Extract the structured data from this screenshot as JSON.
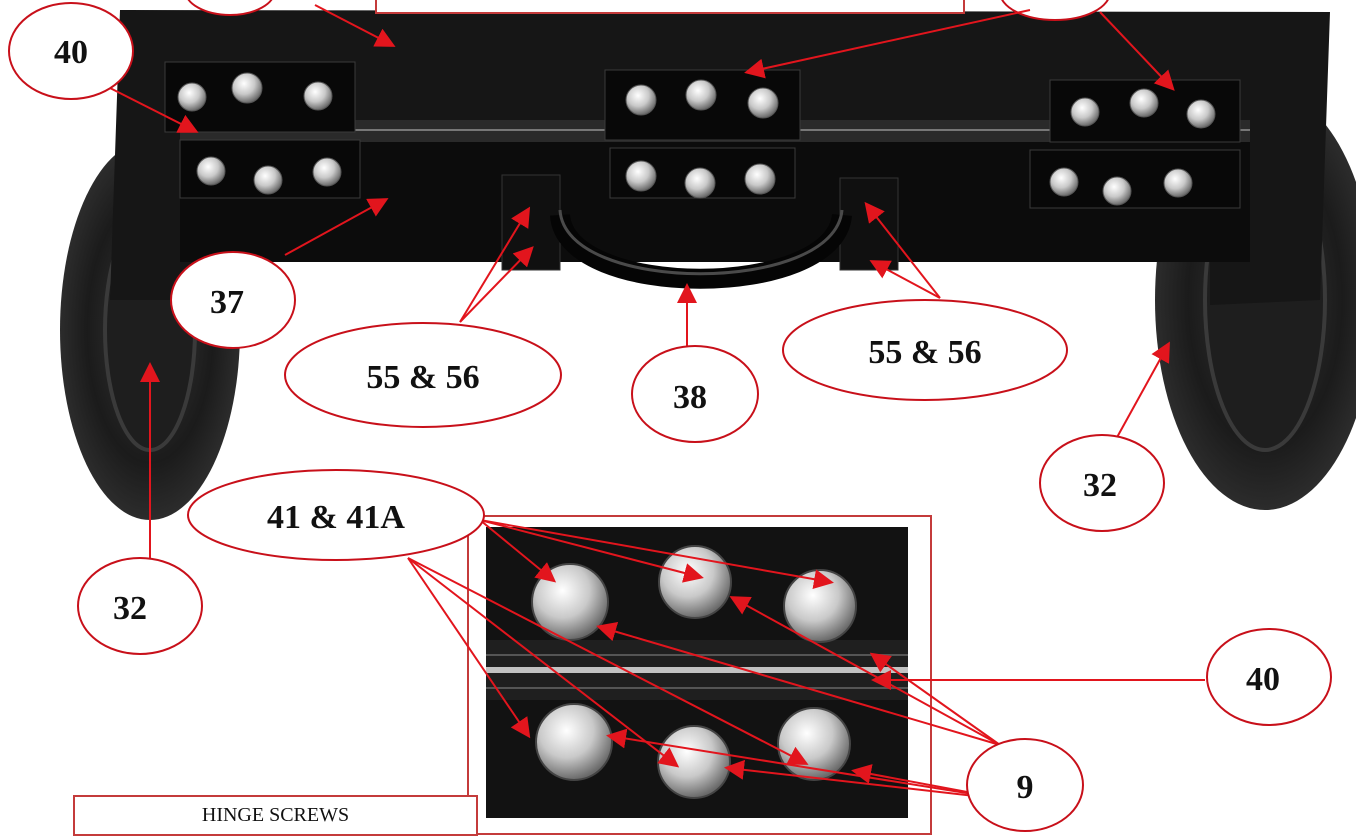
{
  "callouts": {
    "c40_top": "40",
    "c37": "37",
    "c55_left": "55 & 56",
    "c55_right": "55 & 56",
    "c38": "38",
    "c32_right": "32",
    "c32_left": "32",
    "c41": "41 & 41A",
    "c40_bottom": "40",
    "c9": "9"
  },
  "box_label": "HINGE SCREWS",
  "colors": {
    "callout_stroke": "#c8101a",
    "arrow": "#e2151d",
    "body": "#151515",
    "plate": "#0d0d0d",
    "screw": "#d8d8d8"
  }
}
